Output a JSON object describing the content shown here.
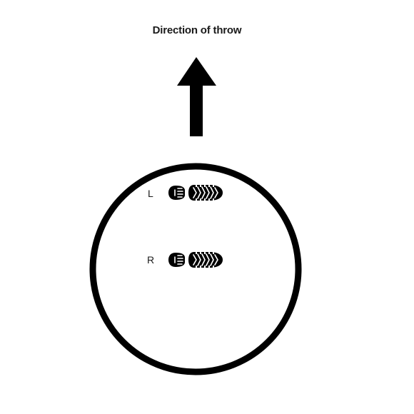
{
  "title": "Direction of throw",
  "labels": {
    "left_foot": "L",
    "right_foot": "R"
  },
  "colors": {
    "ink": "#000000",
    "background": "#ffffff"
  },
  "icons": {
    "direction": "arrow-up-icon",
    "left_shoe": "shoe-print-icon",
    "right_shoe": "shoe-print-icon"
  }
}
